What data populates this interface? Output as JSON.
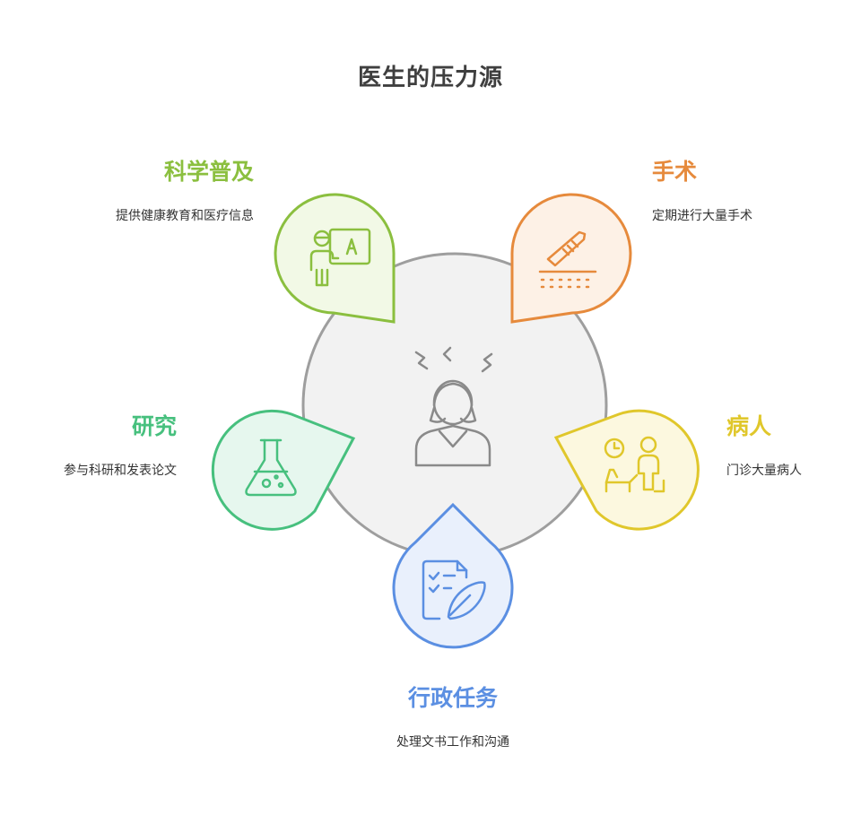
{
  "title": "医生的压力源",
  "center": {
    "icon": "stressed-doctor-icon"
  },
  "nodes": [
    {
      "id": "science",
      "label": "科学普及",
      "description": "提供健康教育和医疗信息",
      "icon": "teacher-board-icon",
      "color": "#8bbf3f",
      "fill": "#f2f9e6"
    },
    {
      "id": "surgery",
      "label": "手术",
      "description": "定期进行大量手术",
      "icon": "scalpel-icon",
      "color": "#e68a3c",
      "fill": "#fdf1e6"
    },
    {
      "id": "patients",
      "label": "病人",
      "description": "门诊大量病人",
      "icon": "patient-consultation-icon",
      "color": "#e0c72b",
      "fill": "#fcf8df"
    },
    {
      "id": "admin",
      "label": "行政任务",
      "description": "处理文书工作和沟通",
      "icon": "paperwork-quill-icon",
      "color": "#5b8fe2",
      "fill": "#e9f0fc"
    },
    {
      "id": "research",
      "label": "研究",
      "description": "参与科研和发表论文",
      "icon": "flask-icon",
      "color": "#47c07e",
      "fill": "#e6f7ee"
    }
  ]
}
